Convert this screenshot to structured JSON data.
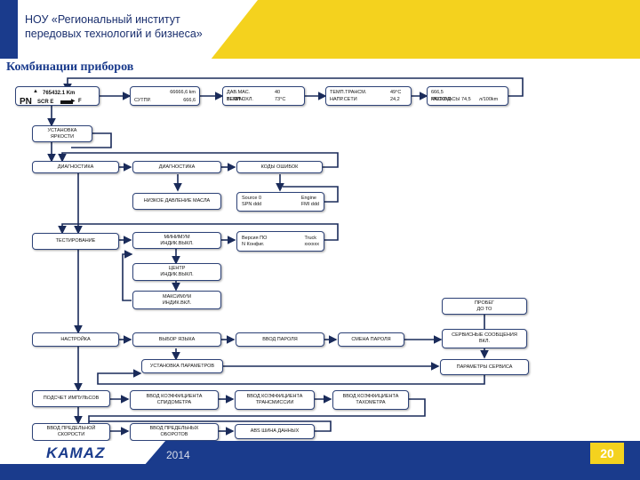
{
  "header": {
    "title": "НОУ «Региональный институт\nпередовых технологий и бизнеса»",
    "subtitle": "Комбинации приборов"
  },
  "footer": {
    "logo": "KAMAZ",
    "year": "2014",
    "page_number": "20"
  },
  "colors": {
    "navy": "#1a3b8c",
    "yellow": "#f4d21e",
    "box_border": "#2e4378"
  },
  "screens": {
    "odo": {
      "gear": "PN",
      "odometer": "765432.1 Km",
      "scr_label": "SCR E",
      "scr_arrow": "F",
      "up_arrow": "▲",
      "right_arrow": "▶"
    },
    "trip": {
      "l1": "66666,6 km",
      "l2_label": "СУТПР.",
      "l2_value": "666,6"
    },
    "oil": {
      "l1_label": "ДАВ.МАС.",
      "l1_value": "40",
      "l2_label": "ТЕМП.ОХЛ.",
      "l2_value": "73°C",
      "overlap": "ВЕЛИЧ."
    },
    "trans": {
      "l1_label": "ТЕМП.ТРАНСМ.",
      "l1_value": "49°C",
      "l2_label": "НАПР.СЕТИ",
      "l2_value": "24,2"
    },
    "fuel": {
      "l1": "666,5",
      "l2_label": "МОТОЧАСЫ",
      "l2_overlap": "РАСХОД",
      "l2_value": "74,5",
      "l2_unit": "л/100km"
    }
  },
  "nodes": {
    "brightness": "УСТАНОВКА\nЯРКОСТИ",
    "diag_root": "ДИАГНОСТИКА",
    "diag_sub": "ДИАГНОСТИКА",
    "error_codes": "КОДЫ ОШИБОК",
    "low_oil": "НИЗКОЕ ДАВЛЕНИЕ МАСЛА",
    "source": {
      "a": "Source 0",
      "b": "Engine",
      "c": "SPN ddd",
      "d": "FMI ddd"
    },
    "testing": "ТЕСТИРОВАНИЕ",
    "min_ind": "МИНИМУМ\nИНДИК.ВЫКЛ.",
    "version": {
      "a": "Версия ПО",
      "b": "Truck",
      "c": "N Конфиг.",
      "d": "xxxxxx"
    },
    "center_ind": "ЦЕНТР\nИНДИК.ВЫКЛ.",
    "max_ind": "МАКСИМУМ\nИНДИК.ВКЛ.",
    "mileage_to": "ПРОБЕГ\nДО ТО",
    "service_msgs": "СЕРВИСНЫЕ СООБЩЕНИЯ\nВКЛ.",
    "settings": "НАСТРОЙКА",
    "lang": "ВЫБОР ЯЗЫКА",
    "pwd_enter": "ВВОД ПАРОЛЯ",
    "pwd_change": "СМЕНА ПАРОЛЯ",
    "param_set": "УСТАНОВКА ПАРАМЕТРОВ",
    "service_params": "ПАРАМЕТРЫ СЕРВИСА",
    "pulse_count": "ПОДСЧЕТ ИМПУЛЬСОВ",
    "speedo_coef": "ВВОД КОЭФФИЦИЕНТА\nСПИДОМЕТРА",
    "trans_coef": "ВВОД КОЭФФИЦИЕНТА\nТРАНСМИССИИ",
    "tacho_coef": "ВВОД КОЭФФИЦИЕНТА\nТАХОМЕТРА",
    "speed_limit": "ВВОД ПРЕДЕЛЬНОЙ\nСКОРОСТИ",
    "rpm_limit": "ВВОД ПРЕДЕЛЬНЫХ\nОБОРОТОВ",
    "abs_bus": "ABS ШИНА ДАННЫХ"
  }
}
